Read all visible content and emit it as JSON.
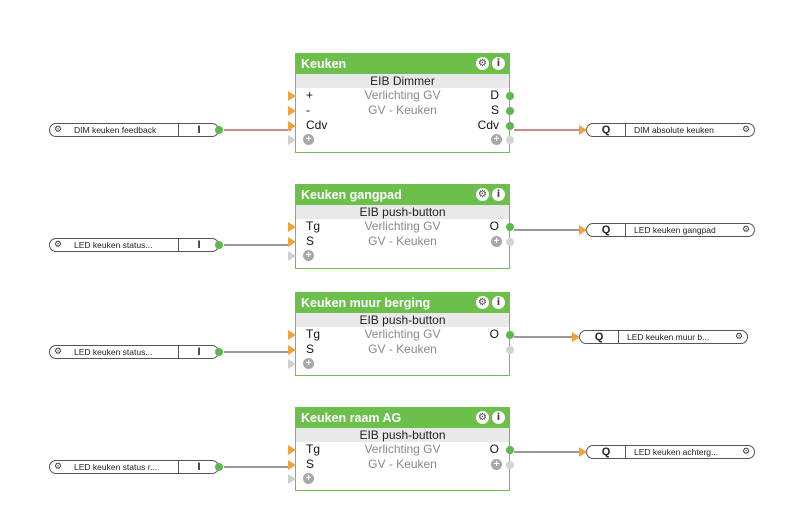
{
  "blocks": [
    {
      "title": "Keuken",
      "type": "EIB Dimmer",
      "rows": [
        {
          "left": "+",
          "center": "Verlichting GV",
          "right": "D"
        },
        {
          "left": "-",
          "center": "GV - Keuken",
          "right": "S"
        },
        {
          "left": "Cdv",
          "center": "",
          "right": "Cdv"
        }
      ]
    },
    {
      "title": "Keuken gangpad",
      "type": "EIB push-button",
      "rows": [
        {
          "left": "Tg",
          "center": "Verlichting GV",
          "right": "O"
        },
        {
          "left": "S",
          "center": "GV - Keuken",
          "right": ""
        }
      ]
    },
    {
      "title": "Keuken muur berging",
      "type": "EIB push-button",
      "rows": [
        {
          "left": "Tg",
          "center": "Verlichting GV",
          "right": "O"
        },
        {
          "left": "S",
          "center": "GV - Keuken",
          "right": ""
        }
      ]
    },
    {
      "title": "Keuken raam AG",
      "type": "EIB push-button",
      "rows": [
        {
          "left": "Tg",
          "center": "Verlichting GV",
          "right": "O"
        },
        {
          "left": "S",
          "center": "GV - Keuken",
          "right": ""
        }
      ]
    }
  ],
  "inputs": [
    {
      "label": "DIM keuken feedback",
      "value": "I"
    },
    {
      "label": "LED keuken status...",
      "value": "I"
    },
    {
      "label": "LED keuken status...",
      "value": "I"
    },
    {
      "label": "LED keuken status r...",
      "value": "I"
    }
  ],
  "outputs": [
    {
      "label": "DIM absolute keuken",
      "value": "Q"
    },
    {
      "label": "LED keuken gangpad",
      "value": "Q"
    },
    {
      "label": "LED keuken muur b...",
      "value": "Q"
    },
    {
      "label": "LED keuken achterg...",
      "value": "Q"
    }
  ],
  "icons": {
    "settings": "gear-icon",
    "info": "info-icon",
    "add": "plus-icon"
  },
  "colors": {
    "block_header": "#6dbf4b",
    "input_pin": "#f0a33c",
    "output_pin": "#59b94a",
    "wire_dimmer": "#8b1a1a",
    "wire_button": "#333333"
  }
}
